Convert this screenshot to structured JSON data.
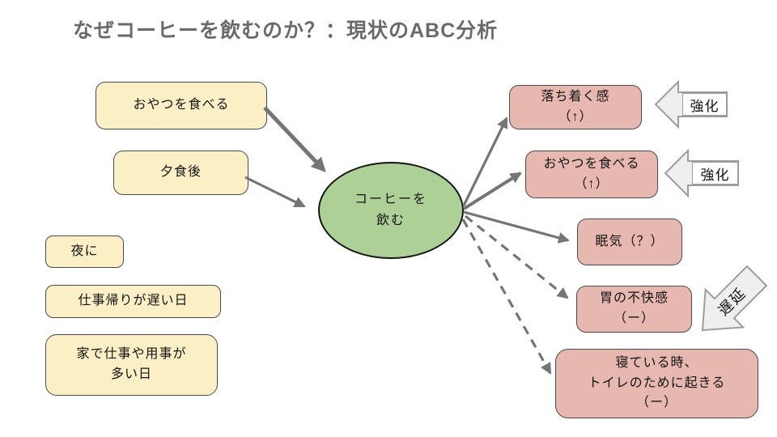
{
  "title": "なぜコーヒーを飲むのか？：現状のABC分析",
  "antecedents": [
    {
      "label": "おやつを食べる"
    },
    {
      "label": "夕食後"
    },
    {
      "label": "夜に"
    },
    {
      "label": "仕事帰りが遅い日"
    },
    {
      "label": "家で仕事や用事が\n多い日"
    }
  ],
  "behavior": {
    "label": "コーヒーを\n飲む"
  },
  "consequences": [
    {
      "label": "落ち着く感\n（↑）"
    },
    {
      "label": "おやつを食べる\n（↑）"
    },
    {
      "label": "眠気（？）"
    },
    {
      "label": "胃の不快感\n（ー）"
    },
    {
      "label": "寝ている時、\nトイレのために起きる\n（ー）"
    }
  ],
  "annotations": {
    "reinforce_labels": [
      "強化",
      "強化"
    ],
    "delay_label": "遅延"
  },
  "colors": {
    "antecedent_fill": "#FBEFC6",
    "consequence_fill": "#E7B8B0",
    "behavior_fill": "#ACD096",
    "connector_gray": "#757575",
    "block_arrow_fill": "#EFEFEF",
    "title_text": "#6A6A6A"
  }
}
